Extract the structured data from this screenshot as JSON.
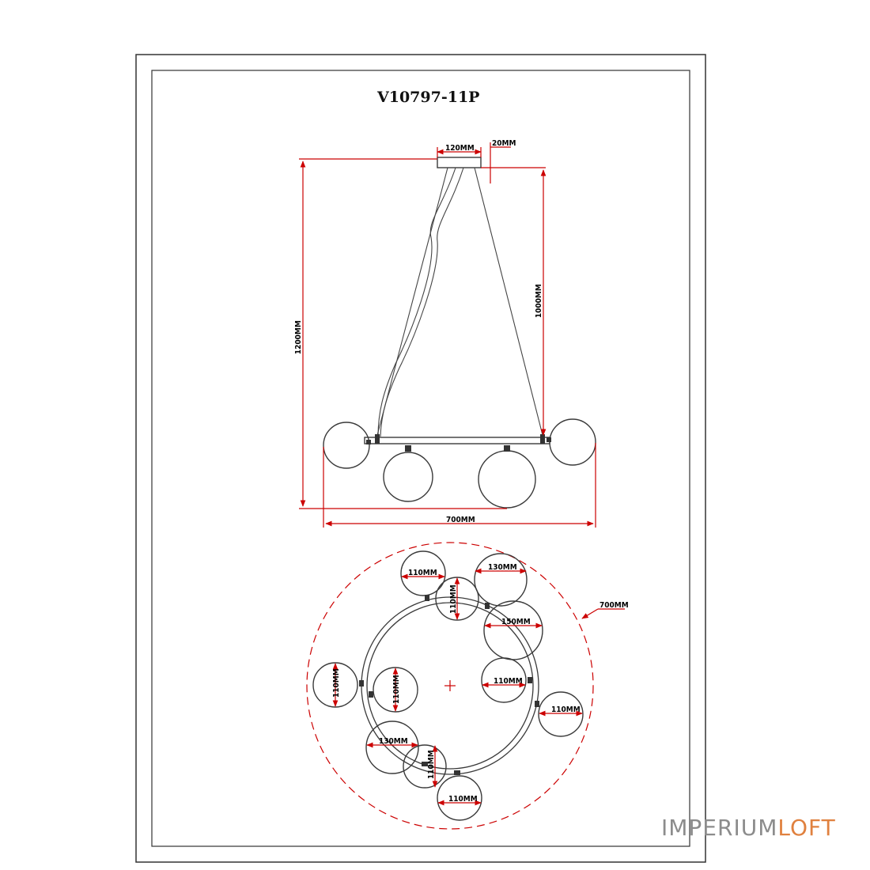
{
  "drawing": {
    "title": "V10797-11P",
    "side_view": {
      "canopy_width": "120MM",
      "canopy_height": "20MM",
      "overall_height": "1200MM",
      "cable_length": "1000MM",
      "overall_width": "700MM"
    },
    "top_view": {
      "diameter": "700MM",
      "globe_labels": {
        "g1": "110MM",
        "g2": "130MM",
        "g3": "110MM",
        "g4": "150MM",
        "g5": "110MM",
        "g6": "110MM",
        "g7": "110MM",
        "g8": "110MM",
        "g9": "130MM",
        "g10": "110MM",
        "g11": "110MM"
      }
    }
  },
  "brand": {
    "part1": "IMPERIUM",
    "part2": "LOFT",
    "color1": "#8c8c8c",
    "color2": "#e0813f"
  }
}
